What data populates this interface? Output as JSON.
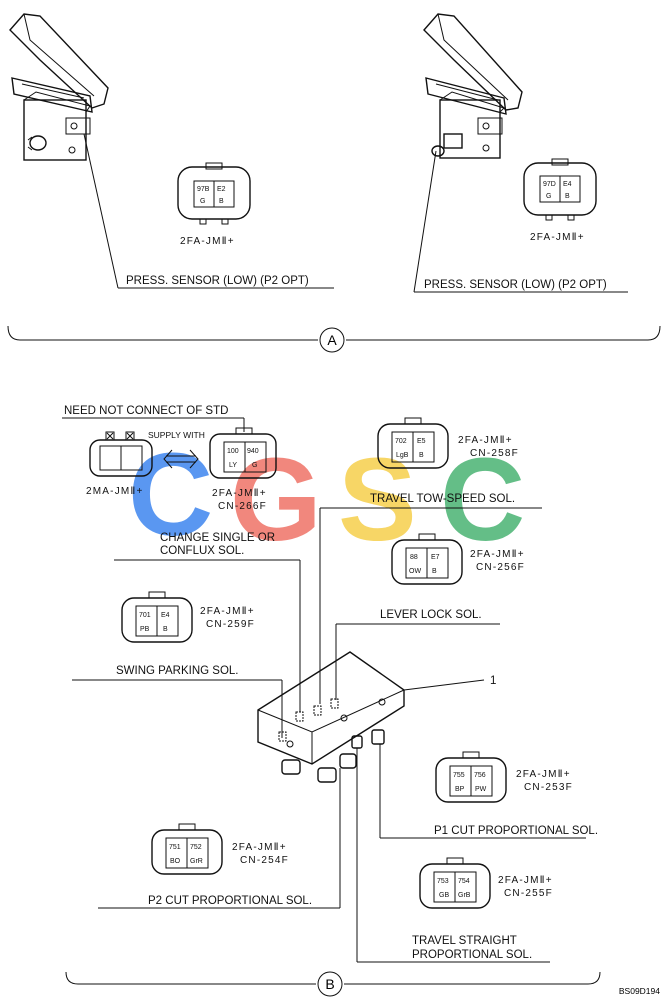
{
  "section_a": {
    "marker": "A",
    "left": {
      "label": "PRESS. SENSOR (LOW) (P2 OPT)",
      "connector_code": "2FA-JMⅡ+",
      "pins": [
        "97B",
        "E2",
        "G",
        "B"
      ]
    },
    "right": {
      "label": "PRESS. SENSOR (LOW) (P2 OPT)",
      "connector_code": "2FA-JMⅡ+",
      "pins": [
        "97D",
        "E4",
        "G",
        "B"
      ]
    }
  },
  "section_b": {
    "marker": "B",
    "need_not_connect": "NEED NOT CONNECT OF STD",
    "supply_with": "SUPPLY WITH",
    "mate_code": "2MA-JMⅡ+",
    "cn266f": {
      "code": "2FA-JMⅡ+",
      "cn": "CN-266F",
      "pins": [
        "100",
        "940",
        "LY",
        "G"
      ]
    },
    "cn258f": {
      "code": "2FA-JMⅡ+",
      "cn": "CN-258F",
      "pins": [
        "702",
        "E5",
        "LgB",
        "B"
      ]
    },
    "cn256f": {
      "code": "2FA-JMⅡ+",
      "cn": "CN-256F",
      "pins": [
        "88",
        "E7",
        "OW",
        "B"
      ]
    },
    "cn259f": {
      "code": "2FA-JMⅡ+",
      "cn": "CN-259F",
      "pins": [
        "701",
        "E4",
        "PB",
        "B"
      ]
    },
    "cn253f": {
      "code": "2FA-JMⅡ+",
      "cn": "CN-253F",
      "pins": [
        "755",
        "756",
        "BP",
        "PW"
      ]
    },
    "cn254f": {
      "code": "2FA-JMⅡ+",
      "cn": "CN-254F",
      "pins": [
        "751",
        "752",
        "BO",
        "GrR"
      ]
    },
    "cn255f": {
      "code": "2FA-JMⅡ+",
      "cn": "CN-255F",
      "pins": [
        "753",
        "754",
        "GB",
        "GrB"
      ]
    },
    "labels": {
      "travel_two_speed": "TRAVEL TOW-SPEED SOL.",
      "change_single": "CHANGE SINGLE OR",
      "conflux": "CONFLUX SOL.",
      "lever_lock": "LEVER LOCK SOL.",
      "swing_parking": "SWING PARKING SOL.",
      "p1_cut": "P1 CUT PROPORTIONAL SOL.",
      "p2_cut": "P2 CUT PROPORTIONAL SOL.",
      "travel_straight": "TRAVEL STRAIGHT",
      "travel_straight_2": "PROPORTIONAL SOL.",
      "item_number": "1"
    }
  },
  "watermark": {
    "letters": [
      "C",
      "G",
      "S",
      "C"
    ],
    "colors": [
      "#4d8ff0",
      "#f07d72",
      "#f7d35a",
      "#57b97d"
    ]
  },
  "drawing_number": "BS09D194"
}
